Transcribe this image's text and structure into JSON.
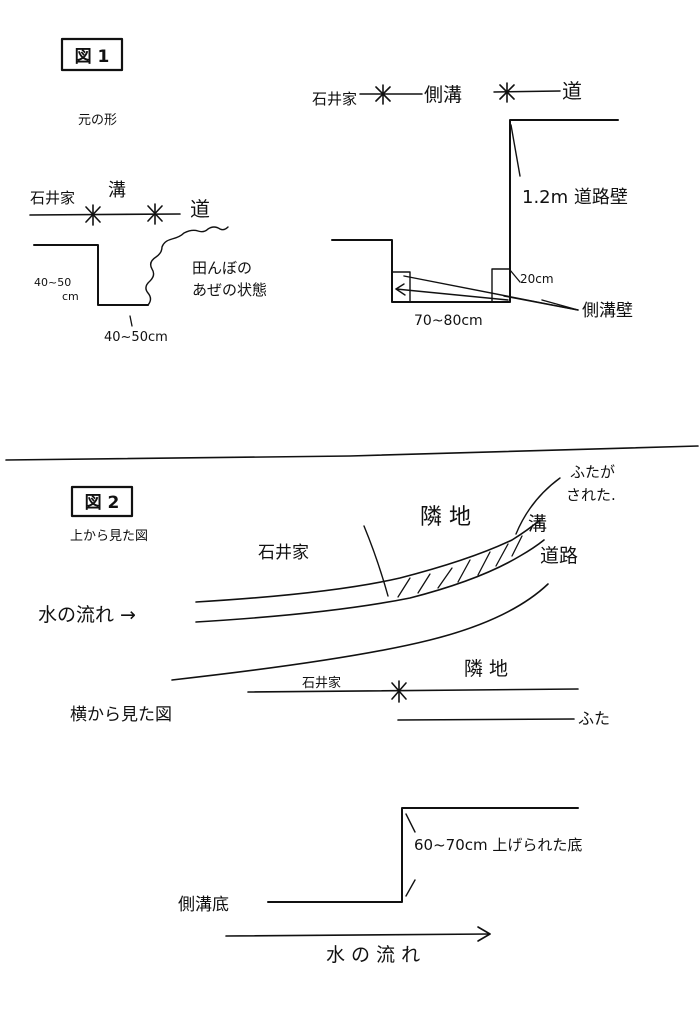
{
  "figure1": {
    "badge": "図 1",
    "subtitle": "元の形",
    "left": {
      "label_house": "石井家",
      "label_ditch": "溝",
      "label_road": "道",
      "depth": "40~50",
      "depth_unit": "cm",
      "width": "40~50cm",
      "note_line1": "田んぼの",
      "note_line2": "あぜの状態"
    },
    "right": {
      "label_house": "石井家",
      "label_gutter": "側溝",
      "label_road": "道",
      "wall_height": "1.2m 道路壁",
      "wall_small": "20cm",
      "width": "70~80cm",
      "gutter_wall": "側溝壁"
    }
  },
  "figure2": {
    "badge": "図 2",
    "top_view_title": "上から見た図",
    "label_house": "石井家",
    "label_neighbor": "隣 地",
    "label_ditch": "溝",
    "label_road": "道路",
    "cover_note_line1": "ふたが",
    "cover_note_line2": "された.",
    "water_flow": "水の流れ →",
    "side_view_title": "横から見た図",
    "side_house": "石井家",
    "side_neighbor": "隣 地",
    "side_cover": "ふた",
    "raised_bottom": "60~70cm 上げられた底",
    "gutter_bottom": "側溝底",
    "water_flow_bottom": "水 の 流 れ"
  }
}
